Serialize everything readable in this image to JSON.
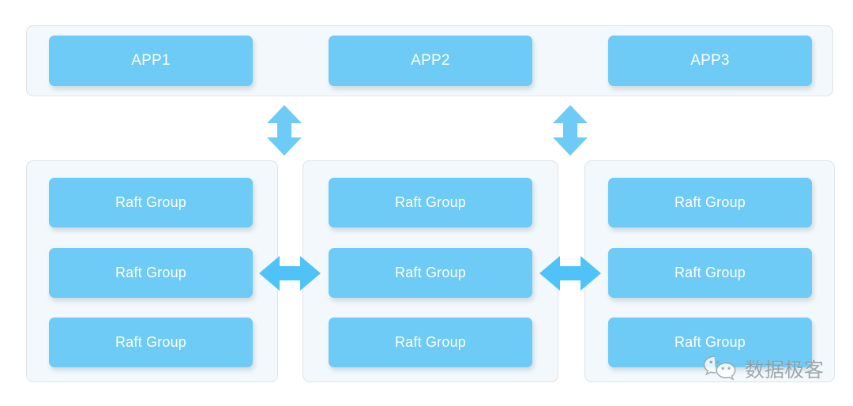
{
  "diagram": {
    "title": "Raft Group distributed architecture diagram",
    "colors": {
      "node_blue": "#6DCBF5",
      "panel_background": "#F2F8FB",
      "panel_border": "#DFE3E6",
      "canvas_background": "#FFFFFF",
      "node_text": "#FFFFFF",
      "watermark_text": "#8E9699"
    },
    "app_layer": {
      "nodes": [
        {
          "label": "APP1"
        },
        {
          "label": "APP2"
        },
        {
          "label": "APP3"
        }
      ]
    },
    "cluster_layer": {
      "groups": [
        {
          "nodes": [
            {
              "label": "Raft Group"
            },
            {
              "label": "Raft Group"
            },
            {
              "label": "Raft Group"
            }
          ]
        },
        {
          "nodes": [
            {
              "label": "Raft Group"
            },
            {
              "label": "Raft Group"
            },
            {
              "label": "Raft Group"
            }
          ]
        },
        {
          "nodes": [
            {
              "label": "Raft Group"
            },
            {
              "label": "Raft Group"
            },
            {
              "label": "Raft Group"
            }
          ]
        }
      ]
    },
    "connectors": [
      {
        "name": "vertical-arrow-left",
        "orientation": "vertical",
        "bidirectional": true
      },
      {
        "name": "vertical-arrow-right",
        "orientation": "vertical",
        "bidirectional": true
      },
      {
        "name": "horizontal-arrow-left",
        "orientation": "horizontal",
        "bidirectional": true
      },
      {
        "name": "horizontal-arrow-right",
        "orientation": "horizontal",
        "bidirectional": true
      }
    ]
  },
  "watermark": {
    "text": "数据极客",
    "icon": "wechat-logo-icon"
  }
}
